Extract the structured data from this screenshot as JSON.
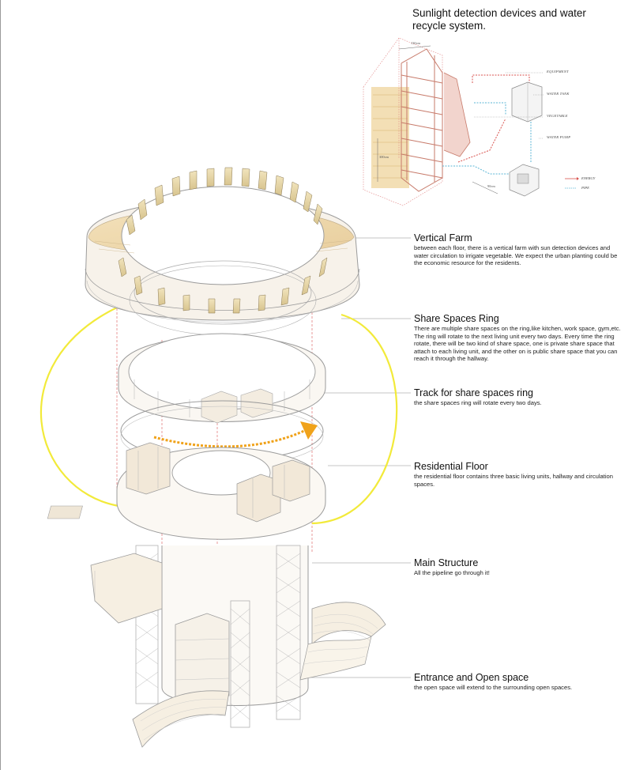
{
  "inset": {
    "title": "Sunlight detection devices and water recycle system.",
    "labels": [
      "EQUIPMENT",
      "WATER TANK",
      "VEGETABLE",
      "WATER PUMP"
    ],
    "legend": [
      {
        "label": "ENERGY",
        "color": "#d9534f"
      },
      {
        "label": "PIPE",
        "color": "#5bb6d6"
      }
    ],
    "dims": [
      "130cm",
      "300cm",
      "90cm"
    ]
  },
  "annotations": [
    {
      "title": "Vertical Farm",
      "body": "between each floor, there is a vertical farm with sun detection devices and water circulation to irrigate vegetable. We expect the urban planting could be the economic resource for the residents."
    },
    {
      "title": "Share Spaces Ring",
      "body": "There are multiple share spaces on the ring,like kitchen, work space, gym,etc. The ring will rotate to the next living unit every two days. Every time the ring rotate, there will be two kind of share space, one is private share space that attach to each living unit, and the  other on is public share space that you can reach it through the hallway."
    },
    {
      "title": "Track for share spaces ring",
      "body": "the share spaces ring will rotate every two days."
    },
    {
      "title": "Residential Floor",
      "body": "the residential floor contains three basic living units, hallway and circulation spaces."
    },
    {
      "title": "Main Structure",
      "body": "All the pipeline go through it!"
    },
    {
      "title": "Entrance and Open space",
      "body": "the open space will extend to the surrounding open spaces."
    }
  ],
  "colors": {
    "rotation_arc": "#f2ea3a",
    "rotation_arrow": "#f0a21a",
    "energy_line": "#d9534f",
    "pipe_line": "#5bb6d6",
    "farm_panel": "#e9d7a6",
    "line_gray": "#9b9b9b",
    "leader": "#8a8a8a"
  }
}
